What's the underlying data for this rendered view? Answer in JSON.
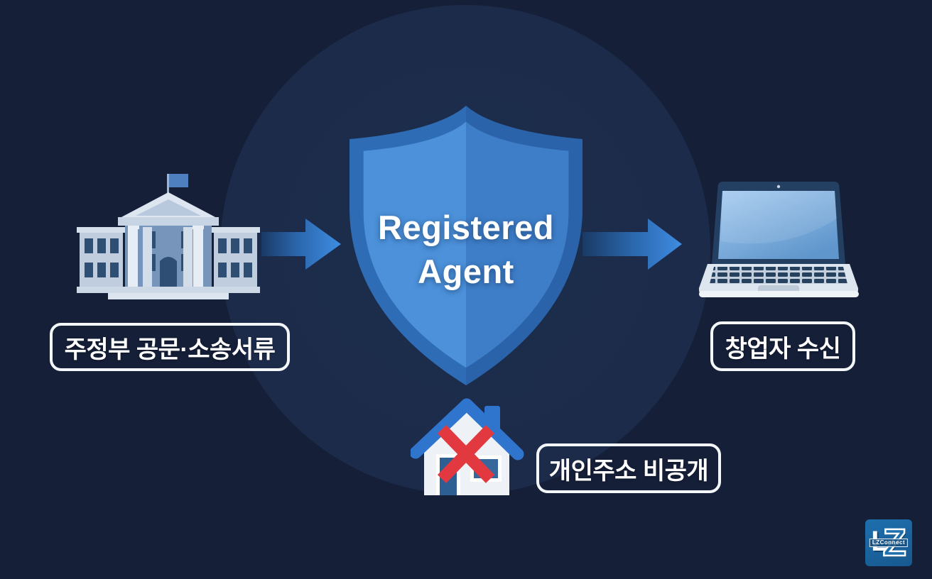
{
  "diagram": {
    "type": "flow-infographic",
    "background_color": "#151F38",
    "source": {
      "icon": "government-building-icon",
      "label": "주정부 공문·소송서류"
    },
    "center": {
      "icon": "shield-icon",
      "title_line1": "Registered",
      "title_line2": "Agent"
    },
    "destination": {
      "icon": "laptop-icon",
      "label": "창업자 수신"
    },
    "privacy": {
      "icon": "house-blocked-icon",
      "label": "개인주소 비공개"
    }
  },
  "watermark": {
    "letter_l": "L",
    "letter_z": "Z",
    "name": "LZConnect"
  },
  "colors": {
    "background": "#151F38",
    "shield_rim": "#2E6CB6",
    "shield_rim_dark": "#2A63A9",
    "shield_inner_left": "#4C91DA",
    "shield_inner_right": "#3E7EC8",
    "arrow_bright": "#3F8CE2",
    "arrow_dark": "#1A3A66",
    "label_border": "#F4F7FA",
    "text_white": "#FFFFFF",
    "building_light": "#DCE5F0",
    "building_medium": "#BFCDDF",
    "building_wall": "#7795BB",
    "window_dark": "#2E4E74",
    "laptop_bezel": "#233F61",
    "laptop_body": "#DDE6EF",
    "key_color": "#26425F",
    "house_blue": "#3075CD",
    "house_body": "#EEF2F7",
    "door_blue": "#2D5F92",
    "x_red": "#E23940",
    "logo_blue": "#1E6FAE"
  }
}
